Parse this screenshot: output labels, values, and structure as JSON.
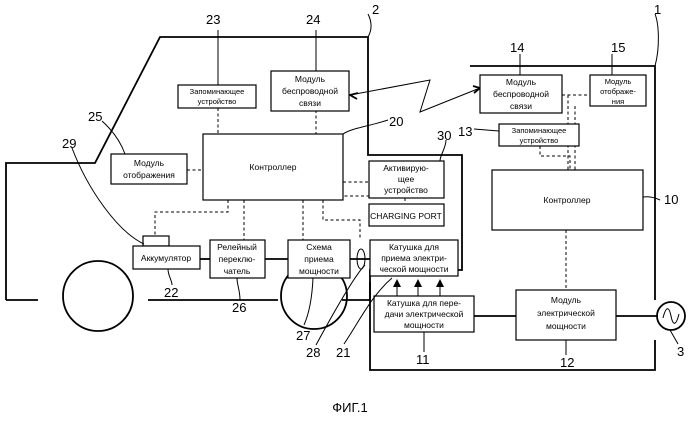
{
  "figure": {
    "caption": "ФИГ.1"
  },
  "blocks": {
    "memory_vehicle": [
      "Запоминающее",
      "устройство"
    ],
    "wireless_vehicle": [
      "Модуль",
      "беспроводной",
      "связи"
    ],
    "display_vehicle": [
      "Модуль",
      "отображения"
    ],
    "controller_vehicle": [
      "Контроллер"
    ],
    "activation": [
      "Активирую-",
      "щее",
      "устройство"
    ],
    "charging_port": [
      "CHARGING PORT"
    ],
    "battery": [
      "Аккумулятор"
    ],
    "relay": [
      "Релейный",
      "переклю-",
      "чатель"
    ],
    "power_receiving_circuit": [
      "Схема",
      "приема",
      "мощности"
    ],
    "receiving_coil": [
      "Катушка для",
      "приема электри-",
      "ческой мощности"
    ],
    "wireless_station": [
      "Модуль",
      "беспроводной",
      "связи"
    ],
    "display_station": [
      "Модуль",
      "отображе-",
      "ния"
    ],
    "memory_station": [
      "Запоминающее",
      "устройство"
    ],
    "controller_station": [
      "Контроллер"
    ],
    "transmitting_coil": [
      "Катушка для пере-",
      "дачи электрической",
      "мощности"
    ],
    "power_module": [
      "Модуль",
      "электрической",
      "мощности"
    ]
  },
  "numerals": {
    "n1": "1",
    "n2": "2",
    "n3": "3",
    "n10": "10",
    "n11": "11",
    "n12": "12",
    "n13": "13",
    "n14": "14",
    "n15": "15",
    "n20": "20",
    "n21": "21",
    "n22": "22",
    "n23": "23",
    "n24": "24",
    "n25": "25",
    "n26": "26",
    "n27": "27",
    "n28": "28",
    "n29": "29",
    "n30": "30"
  }
}
